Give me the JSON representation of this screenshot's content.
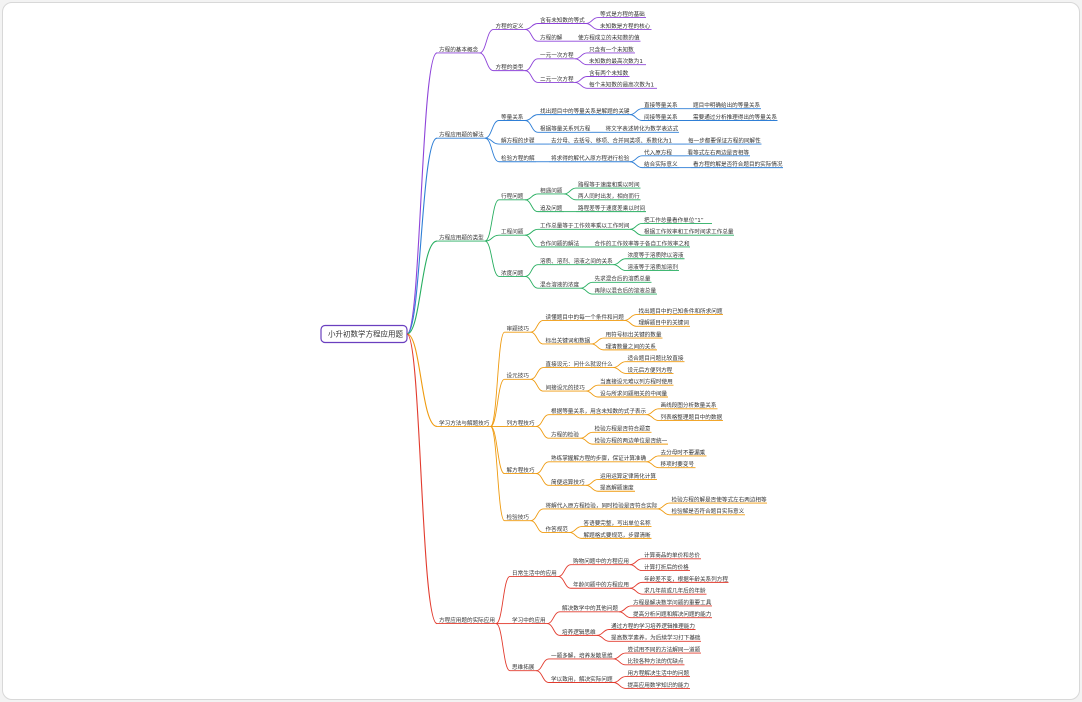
{
  "root": "小升初数学方程应用题",
  "colors": {
    "purple": "#8e44d9",
    "blue": "#2f7fd6",
    "green": "#27ae60",
    "orange": "#ef9a0e",
    "red": "#e23b2e"
  },
  "branches": [
    {
      "label": "方程的基本概念",
      "color": "purple",
      "children": [
        {
          "label": "方程的定义",
          "children": [
            {
              "label": "含有未知数的等式",
              "children": [
                {
                  "label": "等式是方程的基础"
                },
                {
                  "label": "未知数是方程的核心"
                }
              ]
            },
            {
              "label": "方程的解",
              "children": [
                {
                  "label": "使方程成立的未知数的值"
                }
              ]
            }
          ]
        },
        {
          "label": "方程的类型",
          "children": [
            {
              "label": "一元一次方程",
              "children": [
                {
                  "label": "只含有一个未知数"
                },
                {
                  "label": "未知数的最高次数为1"
                }
              ]
            },
            {
              "label": "二元一次方程",
              "children": [
                {
                  "label": "含有两个未知数"
                },
                {
                  "label": "每个未知数的最高次数为1"
                }
              ]
            }
          ]
        }
      ]
    },
    {
      "label": "方程应用题的解法",
      "color": "blue",
      "children": [
        {
          "label": "等量关系",
          "children": [
            {
              "label": "找出题目中的等量关系是解题的关键",
              "children": [
                {
                  "label": "直接等量关系",
                  "children": [
                    {
                      "label": "题目中明确给出的等量关系"
                    }
                  ]
                },
                {
                  "label": "间接等量关系",
                  "children": [
                    {
                      "label": "需要通过分析推理得出的等量关系"
                    }
                  ]
                }
              ]
            },
            {
              "label": "根据等量关系列方程",
              "children": [
                {
                  "label": "将文字表述转化为数学表达式"
                }
              ]
            }
          ]
        },
        {
          "label": "解方程的步骤",
          "children": [
            {
              "label": "去分母、去括号、移项、合并同类项、系数化为1",
              "children": [
                {
                  "label": "每一步都要保证方程的同解性"
                }
              ]
            }
          ]
        },
        {
          "label": "检验方程的解",
          "children": [
            {
              "label": "将求得的解代入原方程进行检验",
              "children": [
                {
                  "label": "代入原方程",
                  "children": [
                    {
                      "label": "看等式左右两边是否相等"
                    }
                  ]
                },
                {
                  "label": "结合实际意义",
                  "children": [
                    {
                      "label": "看方程的解是否符合题目的实际情况"
                    }
                  ]
                }
              ]
            }
          ]
        }
      ]
    },
    {
      "label": "方程应用题的类型",
      "color": "green",
      "children": [
        {
          "label": "行程问题",
          "children": [
            {
              "label": "相遇问题",
              "children": [
                {
                  "label": "路程等于速度和乘以时间"
                },
                {
                  "label": "两人同时出发，相向而行"
                }
              ]
            },
            {
              "label": "追及问题",
              "children": [
                {
                  "label": "路程差等于速度差乘以时间"
                }
              ]
            }
          ]
        },
        {
          "label": "工程问题",
          "children": [
            {
              "label": "工作总量等于工作效率乘以工作时间",
              "children": [
                {
                  "label": "把工作总量看作单位“1”"
                },
                {
                  "label": "根据工作效率和工作时间求工作总量"
                }
              ]
            },
            {
              "label": "合作问题的解法",
              "children": [
                {
                  "label": "合作的工作效率等于各自工作效率之和"
                }
              ]
            }
          ]
        },
        {
          "label": "浓度问题",
          "children": [
            {
              "label": "溶质、溶剂、溶液之间的关系",
              "children": [
                {
                  "label": "浓度等于溶质除以溶液"
                },
                {
                  "label": "溶液等于溶质加溶剂"
                }
              ]
            },
            {
              "label": "混合溶液的浓度",
              "children": [
                {
                  "label": "先求混合后的溶质总量"
                },
                {
                  "label": "再除以混合后的溶液总量"
                }
              ]
            }
          ]
        }
      ]
    },
    {
      "label": "学习方法与解题技巧",
      "color": "orange",
      "children": [
        {
          "label": "审题技巧",
          "children": [
            {
              "label": "读懂题目中的每一个条件和问题",
              "children": [
                {
                  "label": "找出题目中的已知条件和所求问题"
                },
                {
                  "label": "理解题目中的关键词"
                }
              ]
            },
            {
              "label": "标出关键词和数据",
              "children": [
                {
                  "label": "用符号标出关键的数量"
                },
                {
                  "label": "理清数量之间的关系"
                }
              ]
            }
          ]
        },
        {
          "label": "设元技巧",
          "children": [
            {
              "label": "直接设元：问什么就设什么",
              "children": [
                {
                  "label": "适合题目问题比较直接"
                },
                {
                  "label": "设元后方便列方程"
                }
              ]
            },
            {
              "label": "间接设元的技巧",
              "children": [
                {
                  "label": "当直接设元难以列方程时使用"
                },
                {
                  "label": "设与所求问题相关的中间量"
                }
              ]
            }
          ]
        },
        {
          "label": "列方程技巧",
          "children": [
            {
              "label": "根据等量关系，用含未知数的式子表示",
              "children": [
                {
                  "label": "画线段图分析数量关系"
                },
                {
                  "label": "列表格整理题目中的数据"
                }
              ]
            },
            {
              "label": "方程的检验",
              "children": [
                {
                  "label": "检验方程是否符合题意"
                },
                {
                  "label": "检验方程的两边单位是否统一"
                }
              ]
            }
          ]
        },
        {
          "label": "解方程技巧",
          "children": [
            {
              "label": "熟练掌握解方程的步骤，保证计算准确",
              "children": [
                {
                  "label": "去分母时不要漏乘"
                },
                {
                  "label": "移项时要变号"
                }
              ]
            },
            {
              "label": "简便运算技巧",
              "children": [
                {
                  "label": "运用运算定律简化计算"
                },
                {
                  "label": "提高解题速度"
                }
              ]
            }
          ]
        },
        {
          "label": "检验技巧",
          "children": [
            {
              "label": "将解代入原方程检验，同时检验是否符合实际",
              "children": [
                {
                  "label": "检验方程的解是否使等式左右两边相等"
                },
                {
                  "label": "检验解是否符合题目实际意义"
                }
              ]
            },
            {
              "label": "作答规范",
              "children": [
                {
                  "label": "答语要完整，写出单位名称"
                },
                {
                  "label": "解题格式要规范，步骤清晰"
                }
              ]
            }
          ]
        }
      ]
    },
    {
      "label": "方程应用题的实际应用",
      "color": "red",
      "children": [
        {
          "label": "日常生活中的应用",
          "children": [
            {
              "label": "购物问题中的方程应用",
              "children": [
                {
                  "label": "计算商品的单价和总价"
                },
                {
                  "label": "计算打折后的价格"
                }
              ]
            },
            {
              "label": "年龄问题中的方程应用",
              "children": [
                {
                  "label": "年龄差不变，根据年龄关系列方程"
                },
                {
                  "label": "求几年前或几年后的年龄"
                }
              ]
            }
          ]
        },
        {
          "label": "学习中的应用",
          "children": [
            {
              "label": "解决数学中的其他问题",
              "children": [
                {
                  "label": "方程是解决数学问题的重要工具"
                },
                {
                  "label": "提高分析问题和解决问题的能力"
                }
              ]
            },
            {
              "label": "培养逻辑思维",
              "children": [
                {
                  "label": "通过方程的学习培养逻辑推理能力"
                },
                {
                  "label": "提高数学素养，为后续学习打下基础"
                }
              ]
            }
          ]
        },
        {
          "label": "思维拓展",
          "children": [
            {
              "label": "一题多解，培养发散思维",
              "children": [
                {
                  "label": "尝试用不同的方法解同一道题"
                },
                {
                  "label": "比较各种方法的优缺点"
                }
              ]
            },
            {
              "label": "学以致用，解决实际问题",
              "children": [
                {
                  "label": "用方程解决生活中的问题"
                },
                {
                  "label": "提高应用数学知识的能力"
                }
              ]
            }
          ]
        }
      ]
    }
  ]
}
